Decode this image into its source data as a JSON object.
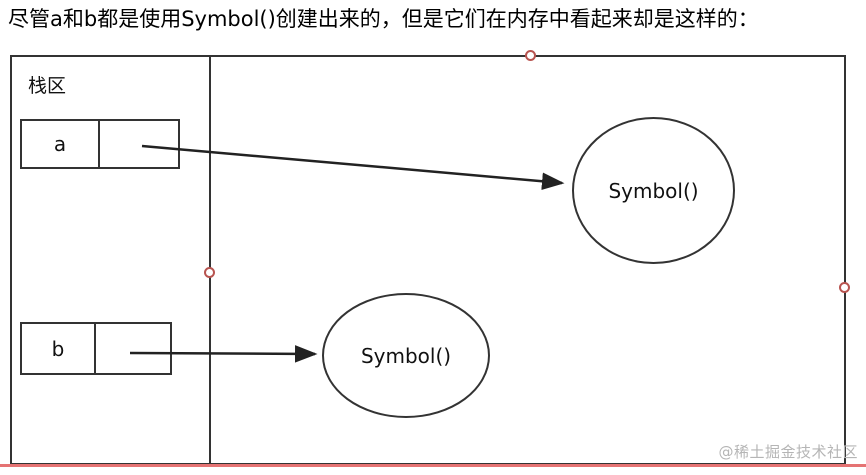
{
  "title": "尽管a和b都是使用Symbol()创建出来的，但是它们在内存中看起来却是这样的：",
  "diagram": {
    "stack_label": "栈区",
    "var_a": {
      "name": "a",
      "value": ""
    },
    "var_b": {
      "name": "b",
      "value": ""
    },
    "heap_a": {
      "label": "Symbol()"
    },
    "heap_b": {
      "label": "Symbol()"
    }
  },
  "watermark": "@稀土掘金技术社区",
  "colors": {
    "line": "#333333",
    "handle_border": "#b85450",
    "bottom_bar": "#e57373",
    "watermark": "#b5b5b5"
  }
}
